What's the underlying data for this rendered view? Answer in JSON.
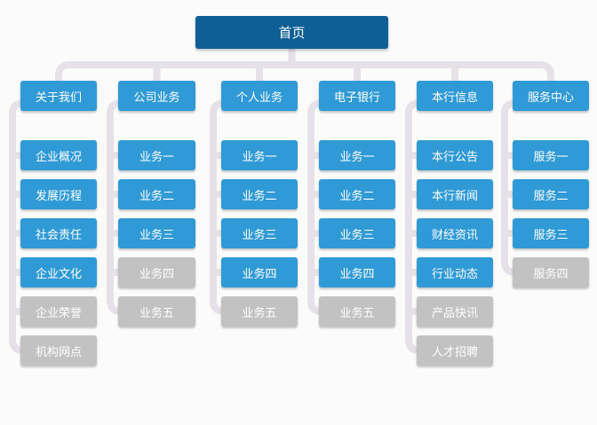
{
  "root": {
    "label": "首页"
  },
  "colors": {
    "root": "#0e5f95",
    "category": "#2f9ad6",
    "active": "#2f9ad6",
    "inactive": "#c2c2c2",
    "connector": "#e6e1e8"
  },
  "categories": [
    {
      "label": "关于我们",
      "slug": "about",
      "items": [
        {
          "label": "企业概况",
          "active": true
        },
        {
          "label": "发展历程",
          "active": true
        },
        {
          "label": "社会责任",
          "active": true
        },
        {
          "label": "企业文化",
          "active": true
        },
        {
          "label": "企业荣誉",
          "active": false
        },
        {
          "label": "机构网点",
          "active": false
        }
      ]
    },
    {
      "label": "公司业务",
      "slug": "corporate",
      "items": [
        {
          "label": "业务一",
          "active": true
        },
        {
          "label": "业务二",
          "active": true
        },
        {
          "label": "业务三",
          "active": true
        },
        {
          "label": "业务四",
          "active": false
        },
        {
          "label": "业务五",
          "active": false
        }
      ]
    },
    {
      "label": "个人业务",
      "slug": "personal",
      "items": [
        {
          "label": "业务一",
          "active": true
        },
        {
          "label": "业务二",
          "active": true
        },
        {
          "label": "业务三",
          "active": true
        },
        {
          "label": "业务四",
          "active": true
        },
        {
          "label": "业务五",
          "active": false
        }
      ]
    },
    {
      "label": "电子银行",
      "slug": "ebank",
      "items": [
        {
          "label": "业务一",
          "active": true
        },
        {
          "label": "业务二",
          "active": true
        },
        {
          "label": "业务三",
          "active": true
        },
        {
          "label": "业务四",
          "active": true
        },
        {
          "label": "业务五",
          "active": false
        }
      ]
    },
    {
      "label": "本行信息",
      "slug": "bankinfo",
      "items": [
        {
          "label": "本行公告",
          "active": true
        },
        {
          "label": "本行新闻",
          "active": true
        },
        {
          "label": "财经资讯",
          "active": true
        },
        {
          "label": "行业动态",
          "active": true
        },
        {
          "label": "产品快讯",
          "active": false
        },
        {
          "label": "人才招聘",
          "active": false
        }
      ]
    },
    {
      "label": "服务中心",
      "slug": "service",
      "items": [
        {
          "label": "服务一",
          "active": true
        },
        {
          "label": "服务二",
          "active": true
        },
        {
          "label": "服务三",
          "active": true
        },
        {
          "label": "服务四",
          "active": false
        }
      ]
    }
  ]
}
